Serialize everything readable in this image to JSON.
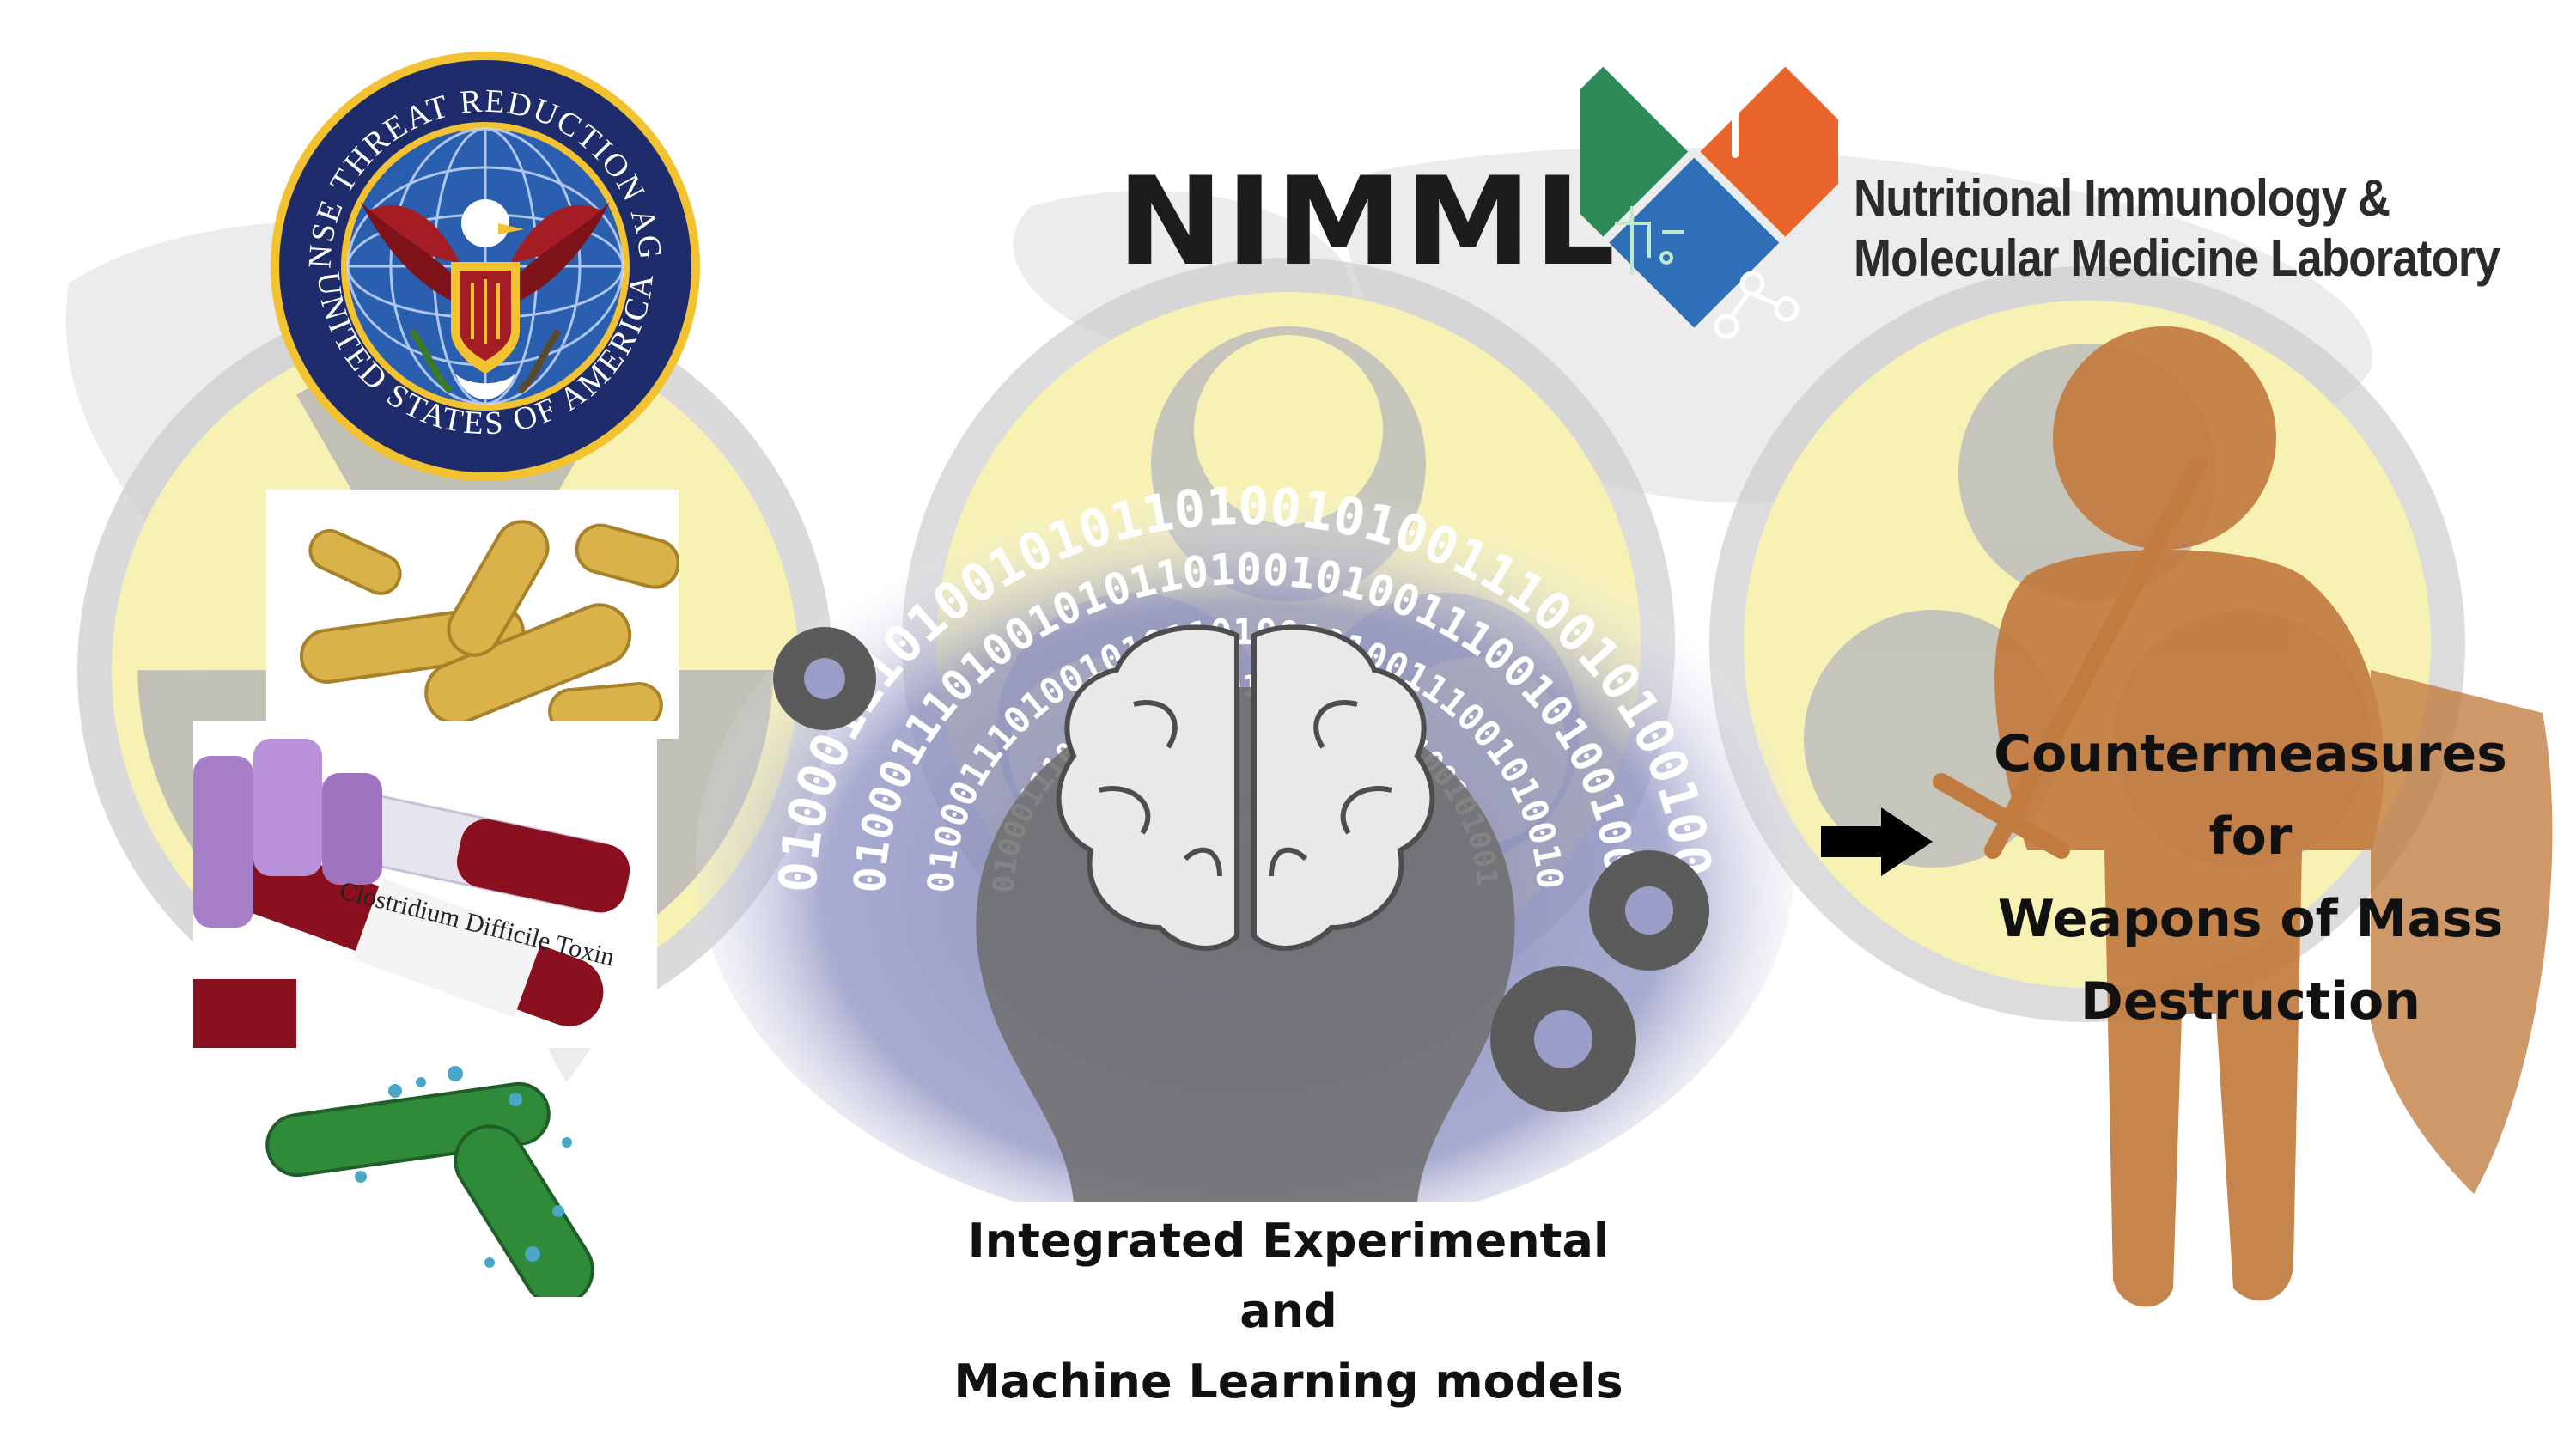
{
  "logo_left": {
    "arc_top": "DEFENSE THREAT REDUCTION AGENCY",
    "arc_bottom": "UNITED STATES OF AMERICA"
  },
  "logo_right": {
    "acronym": "NIMML",
    "name_line1": "Nutritional Immunology &",
    "name_line2": "Molecular Medicine Laboratory"
  },
  "tube_label": "Clostridium Difficile Toxin",
  "binary_text": "0100011101001010110100101001110010100100111010100",
  "center_caption": [
    "Integrated Experimental",
    "and",
    "Machine Learning models"
  ],
  "outcome_text": [
    "Countermeasures",
    "for",
    "Weapons of Mass",
    "Destruction"
  ],
  "icons": {
    "seal": "eagle-seal-icon",
    "brain": "brain-icon",
    "arrow": "arrow-right-icon",
    "warrior": "shield-sword-figure-icon",
    "hazard": "radiation-biohazard-icon"
  },
  "colors": {
    "hazard_yellow": "#f7f2b4",
    "hazard_grey": "#c9c9c9",
    "seal_navy": "#1f2c6b",
    "figure_brown": "#c27b3f",
    "binary_purple": "#6c6fa8",
    "bacteria_yellow": "#d9b24a",
    "bacteria_green": "#2f8a3a",
    "blood_red": "#8a1020",
    "nimml_orange": "#e8642a",
    "nimml_green": "#2e8b57",
    "nimml_blue": "#2f6fb8"
  }
}
